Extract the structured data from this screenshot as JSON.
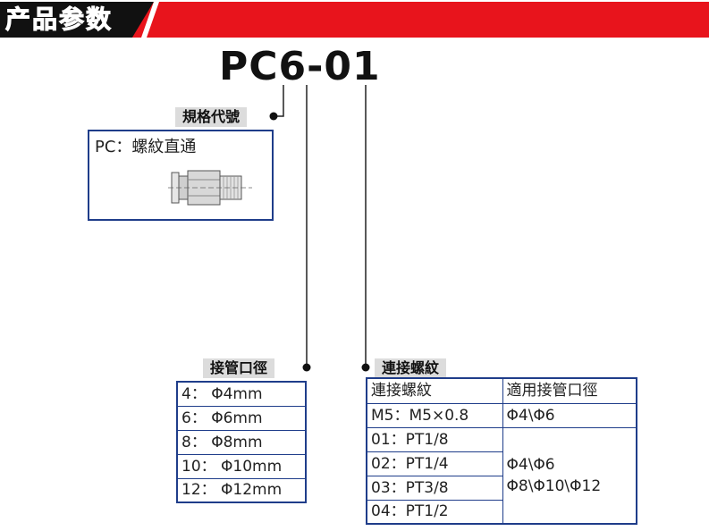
{
  "header": {
    "title": "产品参数"
  },
  "model_code": "PC6-01",
  "spec_code": {
    "label": "規格代號",
    "description": "PC：螺紋直通"
  },
  "pipe_diameter": {
    "label": "接管口徑",
    "rows": [
      "4： Φ4mm",
      "6： Φ6mm",
      "8： Φ8mm",
      "10： Φ10mm",
      "12： Φ12mm"
    ]
  },
  "thread": {
    "label": "連接螺紋",
    "headers": [
      "連接螺紋",
      "適用接管口徑"
    ],
    "rows": [
      [
        "M5：M5×0.8",
        "Φ4\\Φ6"
      ],
      [
        "01：PT1/8",
        "Φ4\\Φ6\nΦ8\\Φ10\\Φ12"
      ],
      [
        "02：PT1/4",
        ""
      ],
      [
        "03：PT3/8",
        ""
      ],
      [
        "04：PT1/2",
        ""
      ]
    ],
    "merged_cell_line1": "Φ4\\Φ6",
    "merged_cell_line2": "Φ8\\Φ10\\Φ12"
  },
  "colors": {
    "banner_red": "#e8141c",
    "banner_black": "#111111",
    "border_blue": "#1f3d8a",
    "tag_gray": "#dcdcdc"
  },
  "icons": [
    "fitting-illustration"
  ]
}
